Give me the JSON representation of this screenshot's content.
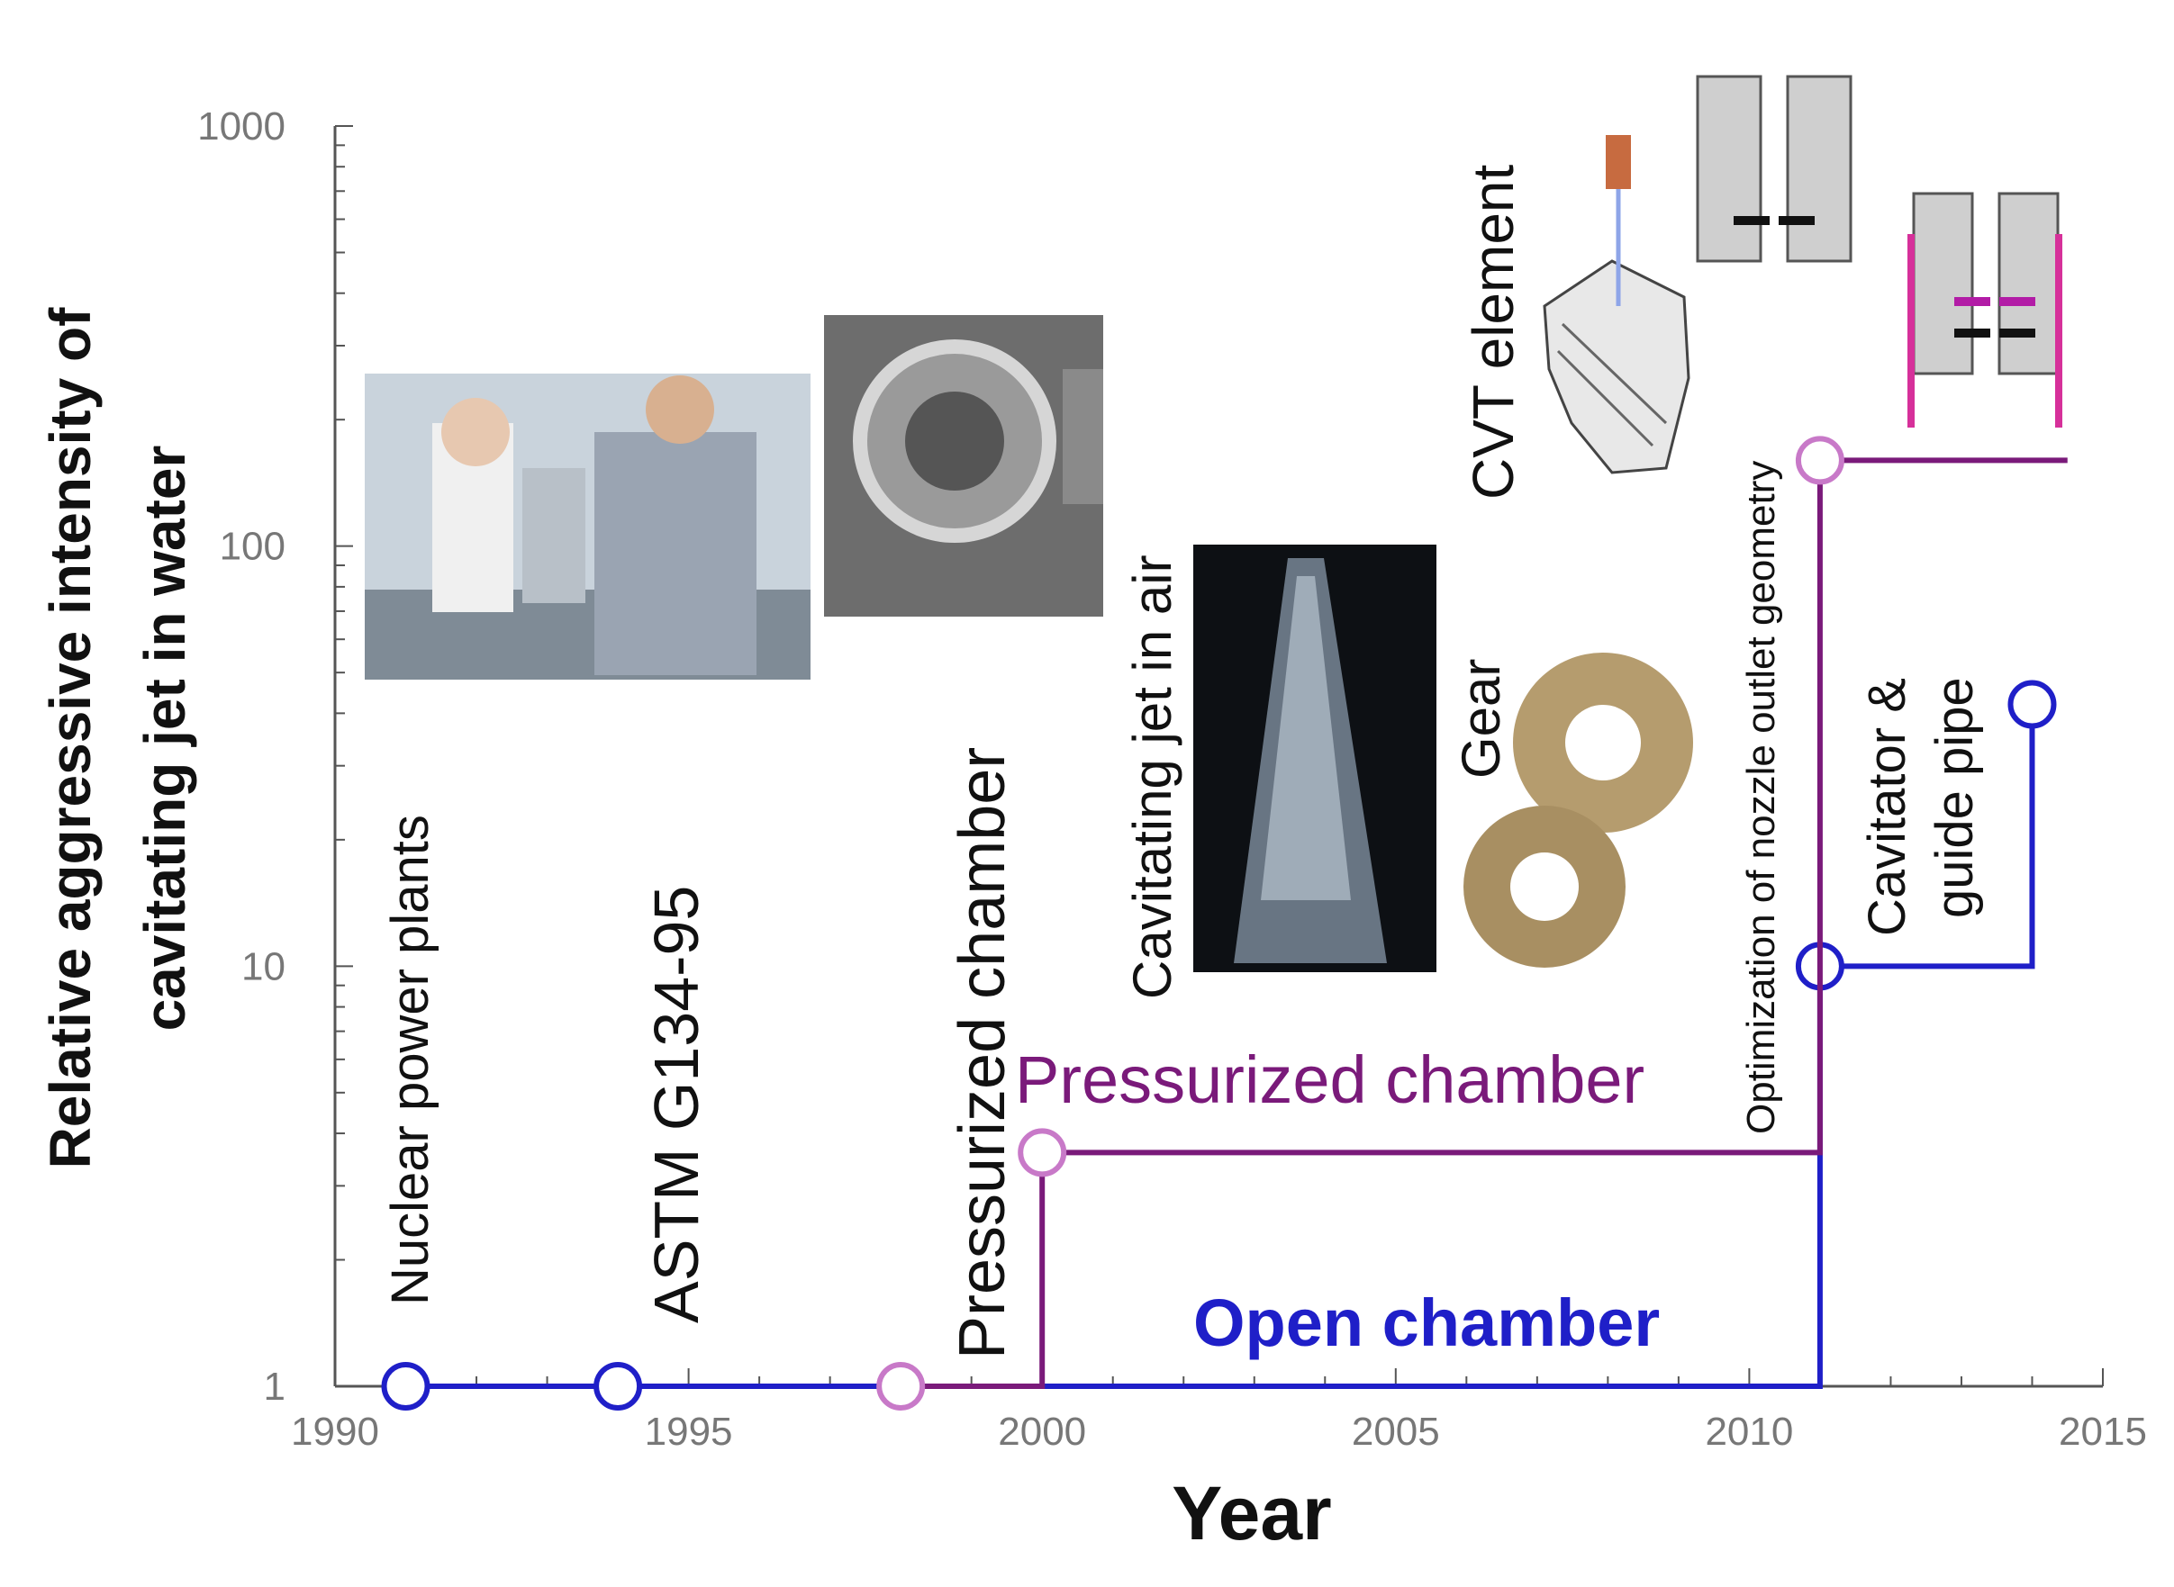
{
  "chart_data": {
    "type": "line",
    "xlabel": "Year",
    "ylabel_line1": "Relative aggressive intensity of",
    "ylabel_line2": "cavitating jet in water",
    "x_ticks": [
      "1990",
      "1995",
      "2000",
      "2005",
      "2010",
      "2015"
    ],
    "y_ticks": [
      "1",
      "10",
      "100",
      "1000"
    ],
    "xlim": [
      1990,
      2015
    ],
    "ylim": [
      1,
      1000
    ],
    "y_scale": "log",
    "series": [
      {
        "name": "Open chamber",
        "color": "#1f1fc8",
        "step_path": [
          [
            1991,
            1
          ],
          [
            2011,
            1
          ],
          [
            2011,
            10
          ],
          [
            2014,
            10
          ],
          [
            2014,
            42
          ]
        ],
        "markers": [
          [
            1991,
            1
          ],
          [
            1994,
            1
          ],
          [
            2011,
            10
          ],
          [
            2014,
            42
          ]
        ]
      },
      {
        "name": "Pressurized chamber",
        "color": "#7a1a7a",
        "step_path": [
          [
            1998,
            1
          ],
          [
            2000,
            1
          ],
          [
            2000,
            3.6
          ],
          [
            2011,
            3.6
          ],
          [
            2011,
            160
          ],
          [
            2014.5,
            160
          ]
        ],
        "markers": [
          [
            1998,
            1
          ],
          [
            2000,
            3.6
          ],
          [
            2011,
            160
          ]
        ]
      }
    ],
    "annotations": [
      "Nuclear power plants",
      "ASTM G134-95",
      "Pressurized chamber",
      "Cavitating jet in air",
      "Gear",
      "CVT element",
      "Optimization of nozzle outlet geometry",
      "Cavitator &",
      "guide pipe"
    ]
  }
}
